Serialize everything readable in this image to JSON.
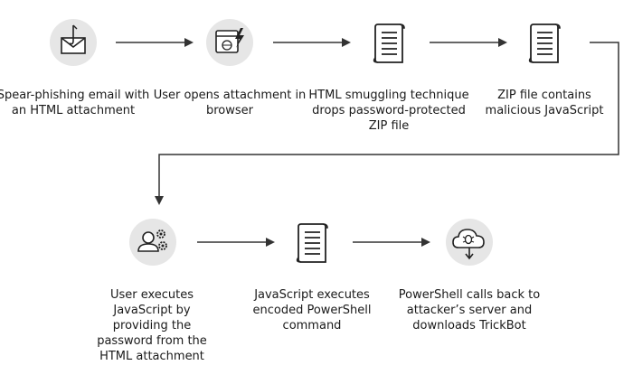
{
  "steps": [
    {
      "label": "Spear-phishing email with an HTML attachment",
      "icon": "phishing-email-icon"
    },
    {
      "label": "User opens attachment in browser",
      "icon": "browser-icon"
    },
    {
      "label": "HTML smuggling technique drops password-protected ZIP file",
      "icon": "script-icon"
    },
    {
      "label": "ZIP file contains malicious JavaScript",
      "icon": "script-icon"
    },
    {
      "label": "User executes JavaScript by providing the password from the HTML attachment",
      "icon": "user-settings-icon"
    },
    {
      "label": "JavaScript executes encoded PowerShell command",
      "icon": "script-icon"
    },
    {
      "label": "PowerShell calls back to attacker’s server and downloads TrickBot",
      "icon": "cloud-malware-download-icon"
    }
  ],
  "colors": {
    "line": "#333333",
    "icon": "#222222",
    "circle": "#e6e6e6"
  }
}
